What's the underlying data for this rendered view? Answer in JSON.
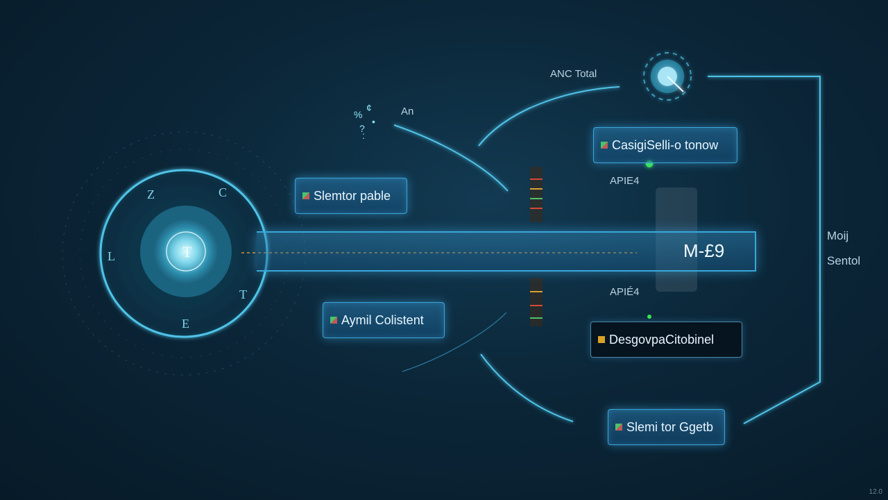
{
  "diagram": {
    "nodes": [
      {
        "id": "slemtor",
        "label": "Slemtor pable"
      },
      {
        "id": "casig",
        "label": "CasigiSelli-o tonow"
      },
      {
        "id": "aymil",
        "label": "Aymil Colistent"
      },
      {
        "id": "desgov",
        "label": "DesgovpaCitobinel"
      },
      {
        "id": "slemi",
        "label": "Slemi tor Ggetb"
      }
    ],
    "labels": {
      "anc_total": "ANC Total",
      "an": "An",
      "api_top": "APIE4",
      "api_bottom": "APIÉ4",
      "side_top": "Moij",
      "side_bottom": "Sentol",
      "bar_text": "M-£9"
    },
    "corner": "12.0",
    "colors": {
      "line": "#4fc3e8",
      "accent_green": "#39e84a",
      "dashed": "#e0902a",
      "node_border": "#3aa6d8"
    }
  }
}
